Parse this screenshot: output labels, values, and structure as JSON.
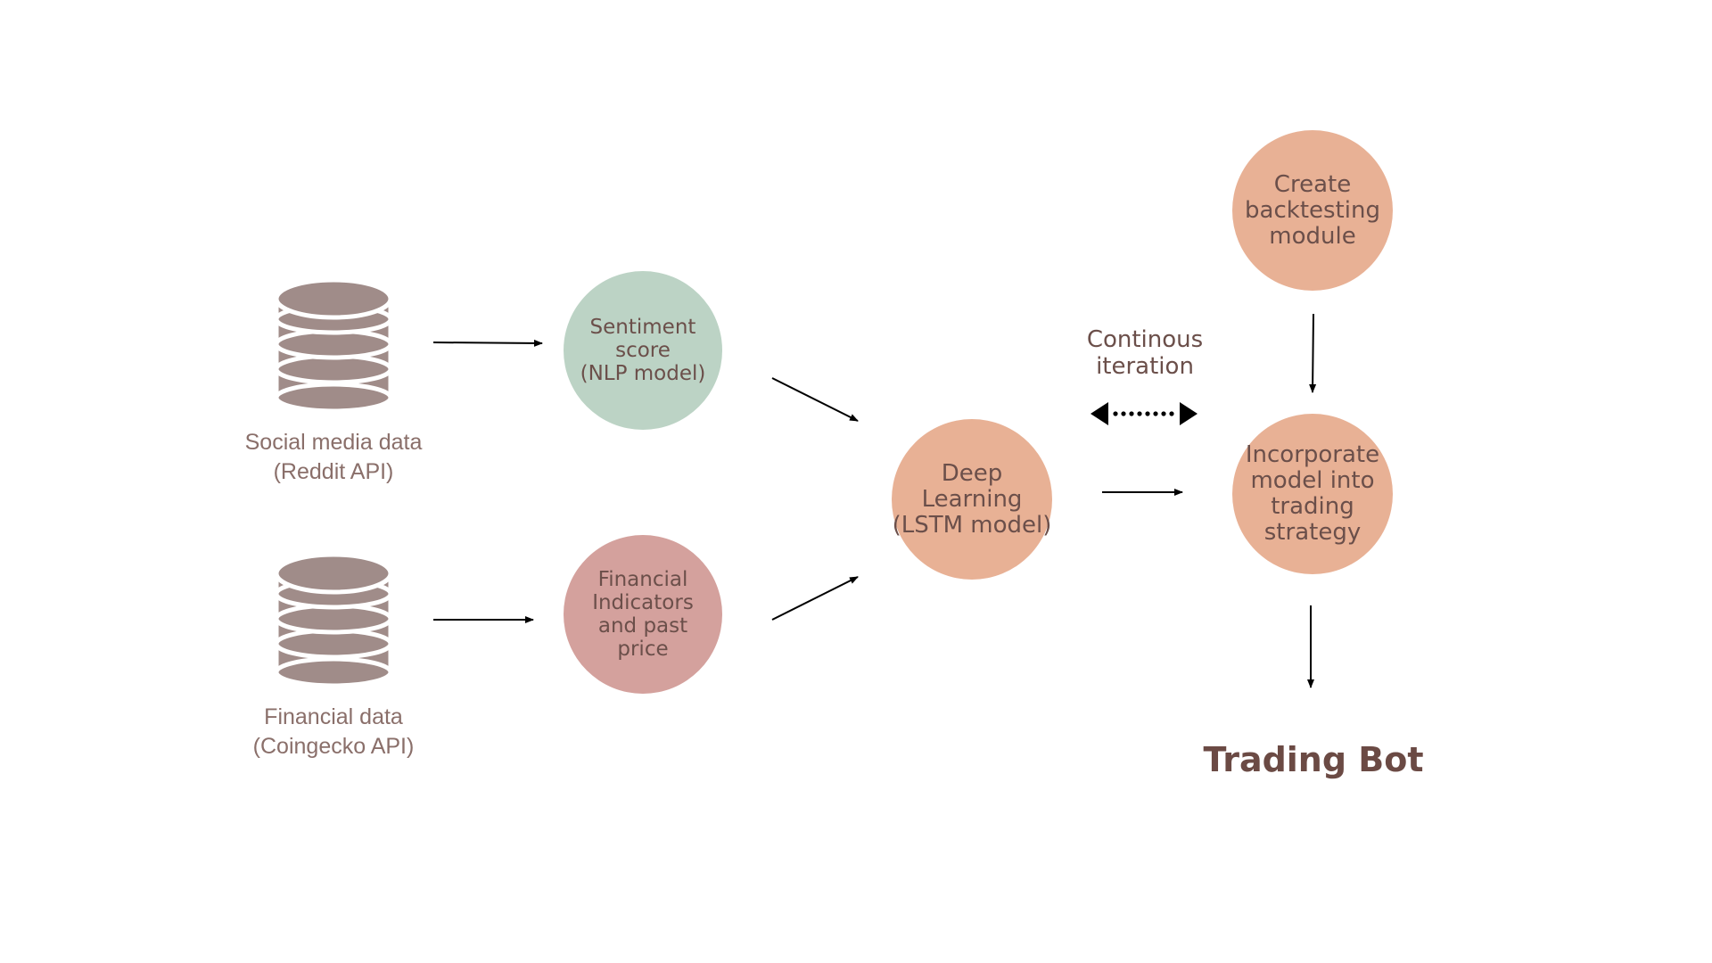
{
  "colors": {
    "database": "#a08c89",
    "sentiment_node": "#bcd3c5",
    "financial_node": "#d4a19d",
    "orange_node": "#e8b195",
    "node_text": "#6b4f4a",
    "label_text": "#8a6f6a",
    "arrow": "#000000"
  },
  "sources": {
    "social": {
      "icon": "database-icon",
      "line1": "Social media data",
      "line2": "(Reddit API)"
    },
    "financial": {
      "icon": "database-icon",
      "line1": "Financial data",
      "line2": "(Coingecko API)"
    }
  },
  "nodes": {
    "sentiment": {
      "line1": "Sentiment",
      "line2": "score",
      "line3": "(NLP model)"
    },
    "indicators": {
      "line1": "Financial",
      "line2": "Indicators",
      "line3": "and past",
      "line4": "price"
    },
    "deep_learning": {
      "line1": "Deep",
      "line2": "Learning",
      "line3": "(LSTM model)"
    },
    "backtesting": {
      "line1": "Create",
      "line2": "backtesting",
      "line3": "module"
    },
    "incorporate": {
      "line1": "Incorporate",
      "line2": "model into",
      "line3": "trading",
      "line4": "strategy"
    }
  },
  "iteration": {
    "line1": "Continous",
    "line2": "iteration"
  },
  "final": {
    "title": "Trading Bot"
  }
}
